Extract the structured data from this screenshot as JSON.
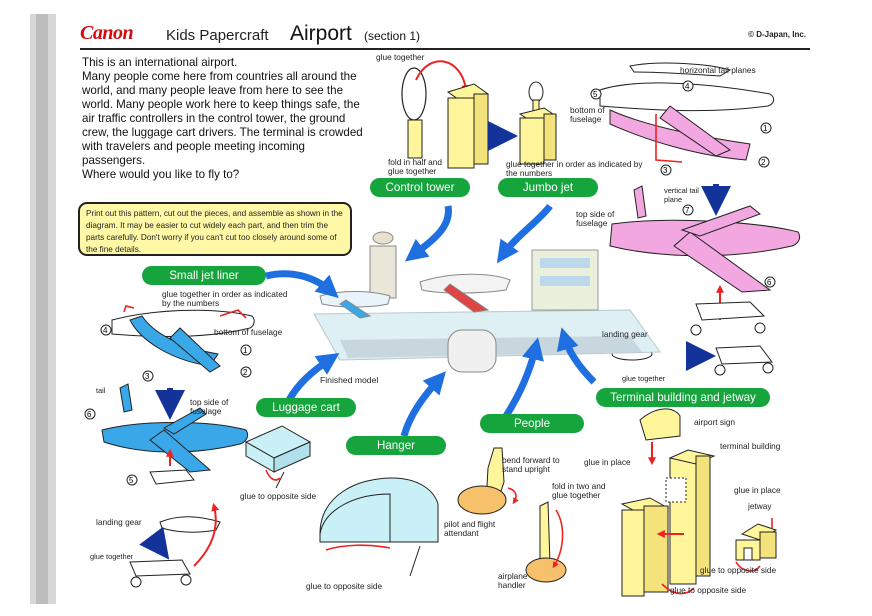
{
  "header": {
    "logo": "Canon",
    "series": "Kids Papercraft",
    "title": "Airport",
    "section": "(section 1)",
    "copyright": "© D-Japan, Inc."
  },
  "intro": {
    "line1": "This is an international airport.",
    "body": "Many people come here from countries all around the world, and many people leave from here to see the world.  Many people work here to keep things safe, the air traffic controllers in the control tower, the ground crew, the luggage cart drivers. The terminal is crowded with travelers and people meeting incoming passengers.",
    "question": "Where would you like to fly to?"
  },
  "instructions": "Print out this pattern, cut out the pieces, and assemble as shown in the diagram.  It may be easier to cut widely each part, and then trim the parts carefully.  Don't worry if you can't cut too closely around some of the fine details.",
  "labels": {
    "control_tower": "Control tower",
    "jumbo_jet": "Jumbo jet",
    "small_jet": "Small jet liner",
    "luggage_cart": "Luggage cart",
    "hanger": "Hanger",
    "people": "People",
    "terminal": "Terminal building and jetway",
    "finished_model": "Finished model"
  },
  "notes": {
    "glue_together_top": "glue together",
    "fold_half": "fold in half and glue together",
    "glue_order_jumbo": "glue together in order as indicated by the numbers",
    "horizontal_tail": "horizontal tail planes",
    "bottom_fuselage_jumbo": "bottom of fuselage",
    "vertical_tail": "vertical tail plane",
    "top_fuselage_jumbo": "top side of fuselage",
    "landing_gear_jumbo": "landing gear",
    "glue_together_jumbo_gear": "glue together",
    "glue_order_small": "glue together in order as indicated by the numbers",
    "bottom_fuselage_small": "bottom of fuselage",
    "tail": "tail",
    "top_fuselage_small": "top side of fuselage",
    "landing_gear_small": "landing gear",
    "glue_together_small_gear": "glue together",
    "cart_glue": "glue to opposite side",
    "hanger_glue": "glue to opposite side",
    "bend_forward": "bend forward to stand upright",
    "pilot": "pilot and flight attendant",
    "fold_two": "fold in two and glue together",
    "handler": "airplane handler",
    "airport_sign": "airport sign",
    "terminal_building": "terminal building",
    "glue_in_place_1": "glue in place",
    "glue_in_place_2": "glue in place",
    "jetway": "jetway",
    "jetway_glue": "glue to opposite side",
    "terminal_glue": "glue to opposite side"
  },
  "nums": {
    "n1": "1",
    "n2": "2",
    "n3": "3",
    "n4": "4",
    "n5": "5",
    "n6": "6",
    "n7": "7"
  },
  "colors": {
    "canon_red": "#d30d0d",
    "pill_green": "#16a53d",
    "arrow_blue": "#1f6fe0",
    "jumbo_pink": "#f2a7e0",
    "small_blue": "#3aa8e8",
    "paper_yellow": "#fff59a",
    "note_yellow": "#fff8a7"
  }
}
